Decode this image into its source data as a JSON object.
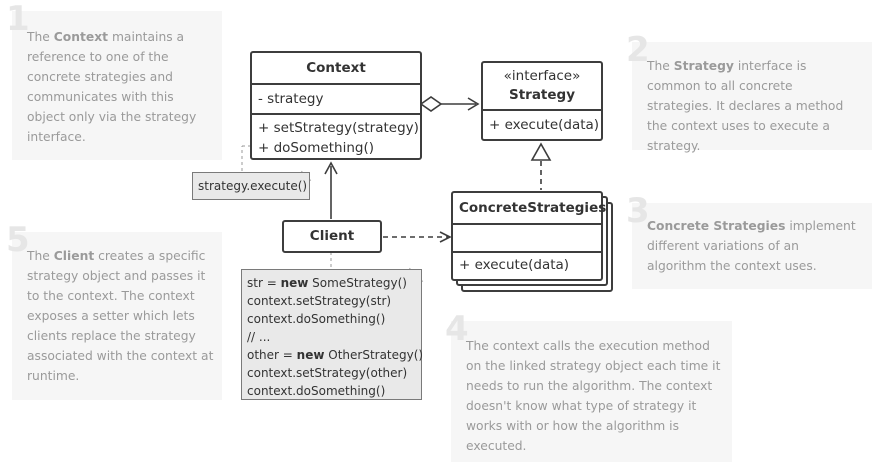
{
  "notes": [
    {
      "num": "1",
      "parts": [
        {
          "t": "The ",
          "b": false
        },
        {
          "t": "Context",
          "b": true
        },
        {
          "t": " maintains a reference to one of the concrete strategies and communicates with this object only via the strategy interface.",
          "b": false
        }
      ]
    },
    {
      "num": "2",
      "parts": [
        {
          "t": "The ",
          "b": false
        },
        {
          "t": "Strategy",
          "b": true
        },
        {
          "t": " interface is common to all concrete strategies. It declares a method the context uses to execute a strategy.",
          "b": false
        }
      ]
    },
    {
      "num": "3",
      "parts": [
        {
          "t": "Concrete Strategies",
          "b": true
        },
        {
          "t": " implement different variations of an algorithm the context uses.",
          "b": false
        }
      ]
    },
    {
      "num": "4",
      "parts": [
        {
          "t": "The context calls the execution method on the linked strategy object each time it needs to run the algorithm. The context doesn't know what type of strategy it works with or how the algorithm is executed.",
          "b": false
        }
      ]
    },
    {
      "num": "5",
      "parts": [
        {
          "t": "The ",
          "b": false
        },
        {
          "t": "Client",
          "b": true
        },
        {
          "t": " creates a specific strategy object and passes it to the context. The context exposes a setter which lets clients replace the strategy associated with the context at runtime.",
          "b": false
        }
      ]
    }
  ],
  "context_class": {
    "name": "Context",
    "fields": [
      "- strategy"
    ],
    "methods": [
      "+ setStrategy(strategy)",
      "+ doSomething()"
    ]
  },
  "strategy_interface": {
    "stereotype": "«interface»",
    "name": "Strategy",
    "methods": [
      "+ execute(data)"
    ]
  },
  "concrete_strategies": {
    "name": "ConcreteStrategies",
    "methods": [
      "+ execute(data)"
    ]
  },
  "client": {
    "name": "Client"
  },
  "strategy_execute_note": "strategy.execute()",
  "client_code": [
    [
      {
        "t": "str = ",
        "b": false
      },
      {
        "t": "new",
        "b": true
      },
      {
        "t": " SomeStrategy()",
        "b": false
      }
    ],
    [
      {
        "t": "context.setStrategy(str)",
        "b": false
      }
    ],
    [
      {
        "t": "context.doSomething()",
        "b": false
      }
    ],
    [
      {
        "t": "// ...",
        "b": false
      }
    ],
    [
      {
        "t": "other = ",
        "b": false
      },
      {
        "t": "new",
        "b": true
      },
      {
        "t": " OtherStrategy()",
        "b": false
      }
    ],
    [
      {
        "t": "context.setStrategy(other)",
        "b": false
      }
    ],
    [
      {
        "t": "context.doSomething()",
        "b": false
      }
    ]
  ]
}
